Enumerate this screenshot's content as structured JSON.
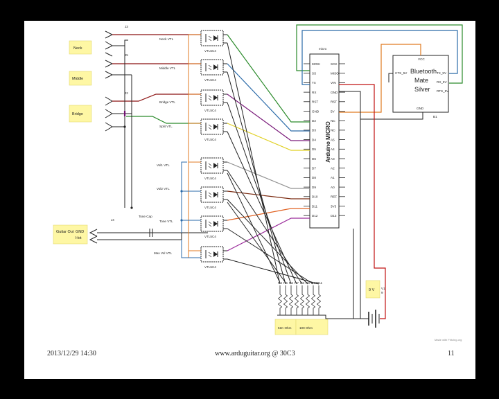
{
  "jacks": {
    "j3_top": "J3",
    "j5": "J5",
    "j2": "J2",
    "j4": "J4"
  },
  "pickup_labels": {
    "neck": "Neck",
    "middle": "Middle",
    "bridge": "Bridge"
  },
  "guitar_out": {
    "label": "Guitar Out",
    "gnd": "GND",
    "hot": "Hot"
  },
  "vtl_labels": {
    "neck": "Neck VTL",
    "middle": "Middle VTL",
    "bridge": "Bridge VTL",
    "split": "Split VTL",
    "vol1": "Vol1 VTL",
    "vol2": "Vol2 VTL",
    "tone": "Tone VTL",
    "maxvol": "Max Vol VTL"
  },
  "tone_cap": "Tone Cap",
  "vtl_part": "VTL5C4",
  "arduino": {
    "header": "micro",
    "name": "Arduino MICRO",
    "left_pins": [
      "MOSI",
      "SS",
      "TX",
      "RX",
      "RST",
      "GND",
      "D2",
      "D3",
      "D4",
      "D5",
      "D6",
      "D7",
      "D8",
      "D9",
      "D10",
      "D11",
      "D12"
    ],
    "right_pins": [
      "SCK",
      "MISO",
      "VIN",
      "GND",
      "RST",
      "5V",
      "NC",
      "NC",
      "A5",
      "A4",
      "A3",
      "A2",
      "A1",
      "A0",
      "REF",
      "3V3",
      "D13"
    ]
  },
  "bluetooth": {
    "title_lines": [
      "Bluetooth",
      "Mate",
      "Silver"
    ],
    "vcc": "VCC",
    "gnd": "GND",
    "cts": "CTS_5V",
    "tx": "TX_5V",
    "rx": "RX_5V",
    "rts": "RTS_5V",
    "ref": "B1"
  },
  "battery": {
    "label": "9 V",
    "ref": "V1",
    "value": "9"
  },
  "resistors": {
    "labels": [
      "R4",
      "R5",
      "R6",
      "R7",
      "R8",
      "R9",
      "R10",
      "R11"
    ],
    "val1": "51K Ohm",
    "val2": "100 Ohm"
  },
  "watermark": "Made with Fritzing.org",
  "footer": {
    "date": "2013/12/29 14:30",
    "site": "www.arduguitar.org @ 30C3",
    "page": "11"
  }
}
